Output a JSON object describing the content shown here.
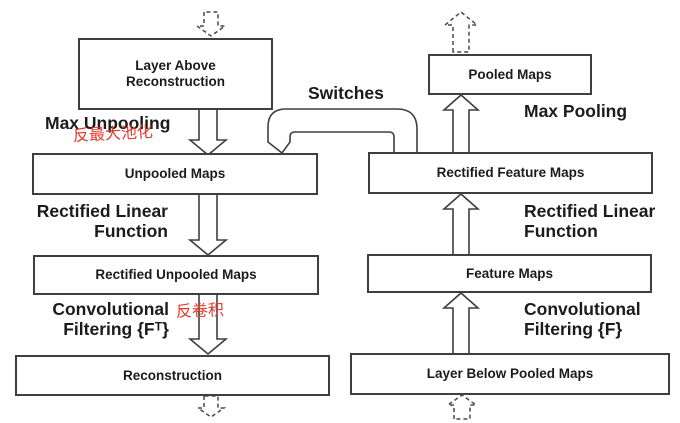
{
  "colors": {
    "line": "#3f3f3f",
    "text": "#1b1b1b",
    "annotation_red": "#e23a2b",
    "background": "#ffffff"
  },
  "switches": {
    "label": "Switches"
  },
  "deconvnet_path": {
    "boxes": {
      "layer_above": "Layer Above\nReconstruction",
      "unpooled": "Unpooled Maps",
      "rectified_unpooled": "Rectified Unpooled Maps",
      "reconstruction": "Reconstruction"
    },
    "operations": {
      "unpooling": "Max Unpooling",
      "unpooling_annotation_cn": "反最大池化",
      "relu": "Rectified Linear\nFunction",
      "filtering": "Convolutional\nFiltering {Fᵀ}",
      "filtering_annotation_cn": "反卷积"
    }
  },
  "convnet_path": {
    "boxes": {
      "pooled": "Pooled Maps",
      "rectified_feature": "Rectified Feature Maps",
      "feature": "Feature Maps",
      "layer_below": "Layer Below Pooled Maps"
    },
    "operations": {
      "pooling": "Max Pooling",
      "relu": "Rectified Linear\nFunction",
      "filtering": "Convolutional\nFiltering {F}"
    }
  }
}
